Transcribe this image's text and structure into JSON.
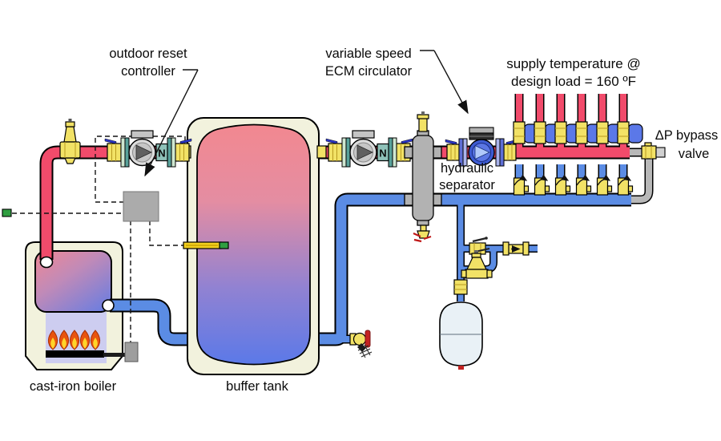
{
  "title": "hydronic heating system with buffer tank diagram",
  "labels": {
    "outdoor_reset_1": "outdoor reset",
    "outdoor_reset_2": "controller",
    "ecm_1": "variable speed",
    "ecm_2": "ECM circulator",
    "supply_temp_1": "supply temperature @",
    "supply_temp_2": "design load = 160 ºF",
    "separator_1": "hydraulic",
    "separator_2": "separator",
    "bypass_1": "ΔP bypass",
    "bypass_2": "valve",
    "boiler": "cast-iron boiler",
    "buffer_tank": "buffer tank",
    "check_valve_glyph": "N"
  },
  "values": {
    "supply_design_temp_f": 160,
    "supply_circuit_count": 6,
    "return_circuit_count": 6,
    "flame_count": 5
  },
  "colors": {
    "supply_pipe": "#f14b6b",
    "return_pipe": "#5b8ce4",
    "bypass_pipe": "#b8b8b8",
    "brass": "#f2e266",
    "shell": "#f2f2dd",
    "actuator_blue": "#5b78e8",
    "flange_teal": "#58a19a",
    "pump_silver": "#dcdcdc",
    "ecm_blue": "#3d5bd2",
    "controller_gray": "#ababab",
    "sensor_green": "#2f9e41",
    "expansion_tank": "#e9f1f6",
    "combustion_lavender": "#cdcdf0",
    "flame_orange": "#e8540f",
    "flame_yellow": "#ffd42a"
  }
}
